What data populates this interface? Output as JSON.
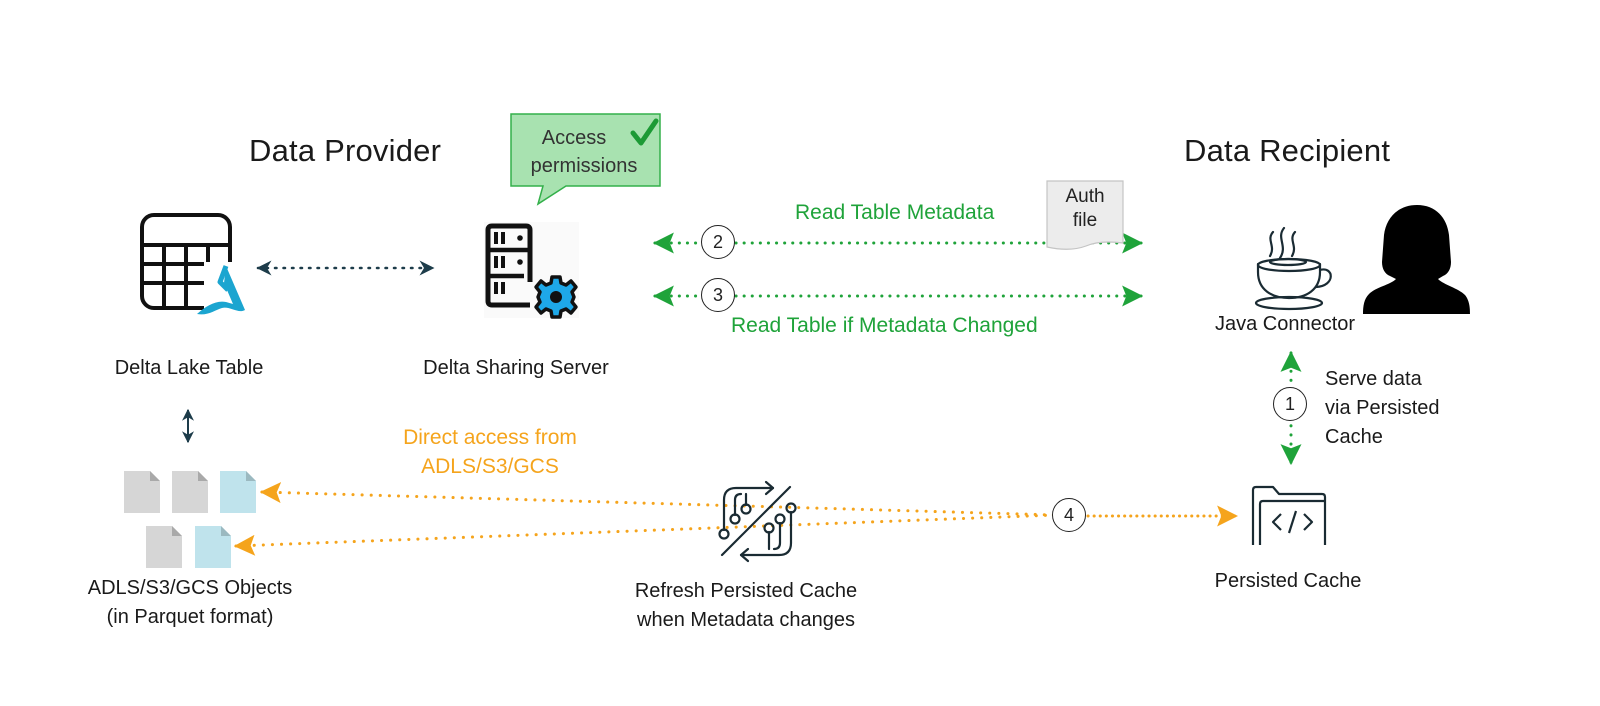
{
  "provider": {
    "title": "Data Provider",
    "delta_table_label": "Delta Lake Table",
    "server_label": "Delta Sharing Server",
    "objects_label_line1": "ADLS/S3/GCS Objects",
    "objects_label_line2": "(in Parquet format)",
    "access_bubble_line1": "Access",
    "access_bubble_line2": "permissions"
  },
  "recipient": {
    "title": "Data Recipient",
    "connector_label": "Java Connector",
    "cache_label": "Persisted Cache",
    "auth_file_line1": "Auth",
    "auth_file_line2": "file"
  },
  "flows": {
    "step1": {
      "number": "1",
      "line1": "Serve data",
      "line2": "via Persisted",
      "line3": "Cache"
    },
    "step2": {
      "number": "2",
      "label": "Read Table Metadata"
    },
    "step3": {
      "number": "3",
      "label": "Read Table if Metadata Changed"
    },
    "step4": {
      "number": "4"
    },
    "direct_access_line1": "Direct access from",
    "direct_access_line2": "ADLS/S3/GCS",
    "refresh_line1": "Refresh Persisted Cache",
    "refresh_line2": "when Metadata changes"
  },
  "colors": {
    "green": "#1fa33a",
    "orange": "#f5a41c",
    "dark_arrow": "#1d3c4a",
    "delta_blue": "#1ba5d0",
    "gear_blue": "#1ea8e8",
    "bubble_fill": "#a8e2b0",
    "file_gray": "#d6d6d6",
    "file_blue": "#bfe3ec"
  }
}
